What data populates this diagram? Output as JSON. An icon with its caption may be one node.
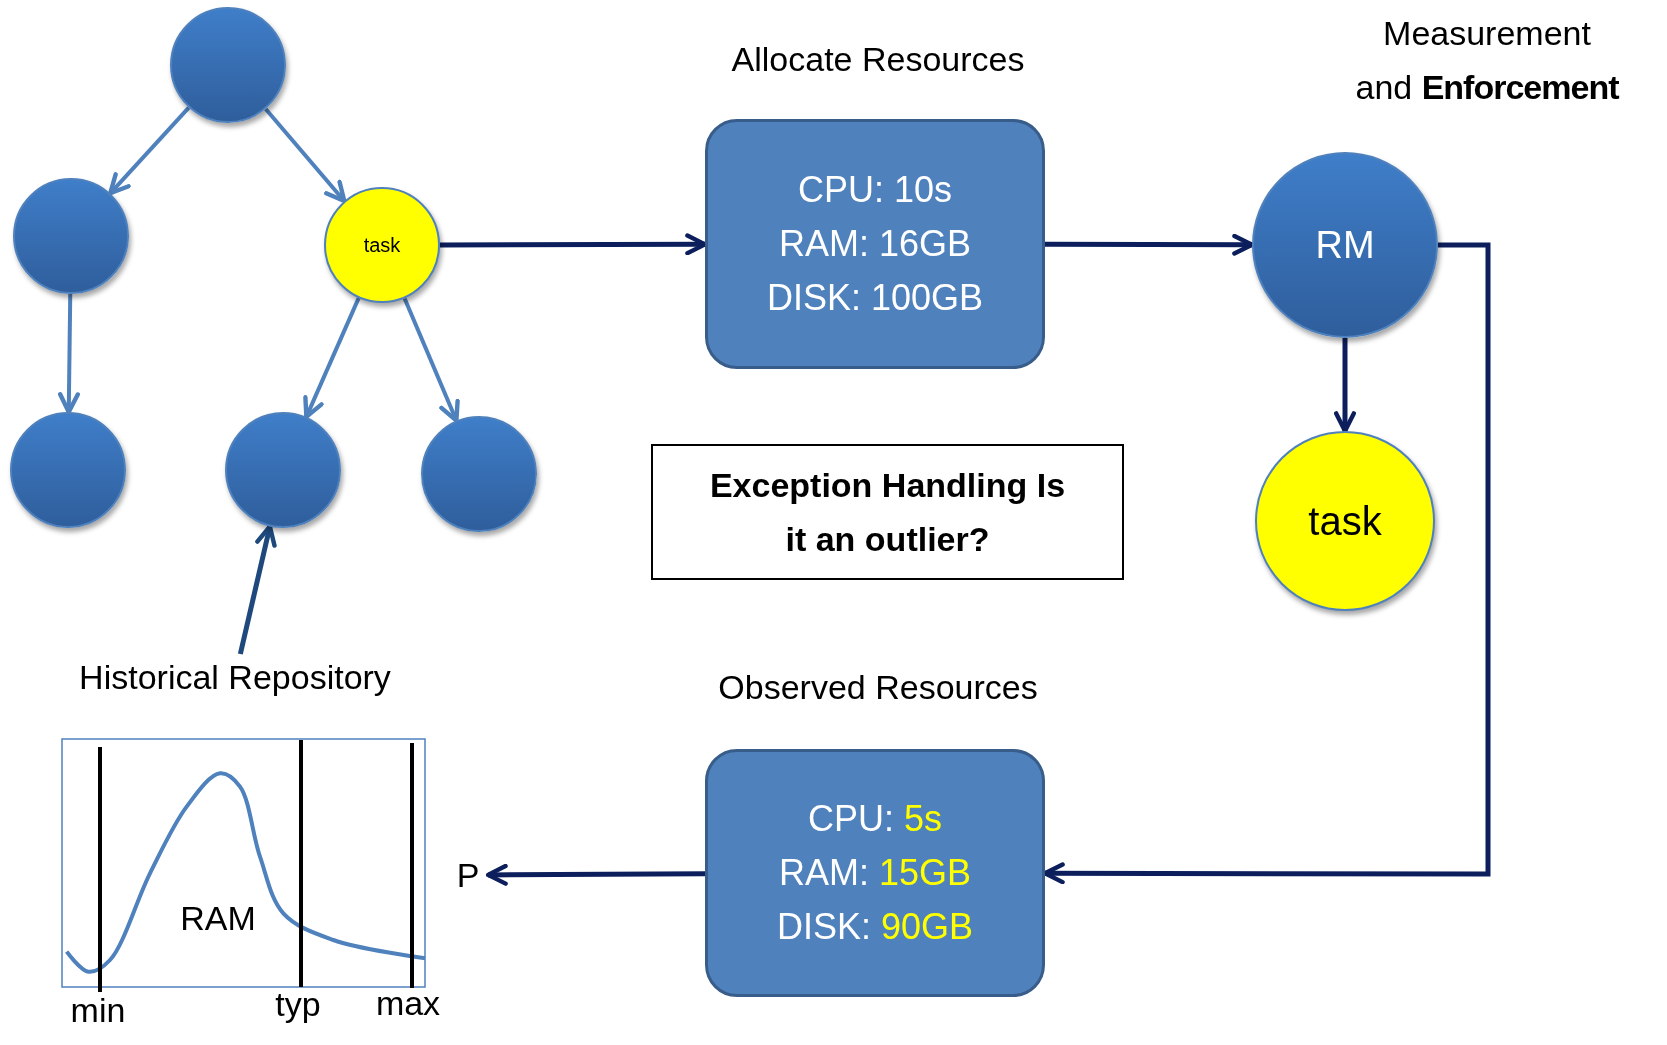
{
  "diagram": {
    "nodes": [
      {
        "text": [],
        "shape": "circle"
      },
      {
        "text": [],
        "shape": "circle"
      },
      {
        "text": [
          "task"
        ]
      },
      {
        "text": [],
        "shape": "circle"
      },
      {
        "text": [],
        "shape": "circle"
      },
      {
        "text": [],
        "shape": "circle"
      },
      {
        "text": [
          "Historical Repository"
        ]
      },
      {
        "text": [
          "Allocate Resources",
          "CPU: 10s",
          "RAM: 16GB",
          "DISK: 100GB"
        ]
      },
      {
        "text": [
          "Measurement and **Enforcement**",
          "RM"
        ]
      },
      {
        "text": [
          "task"
        ]
      },
      {
        "text": [
          "Exception Handling Is it an outlier?"
        ]
      },
      {
        "text": [
          "Observed Resources",
          "CPU:",
          "5s",
          "RAM:",
          "15GB",
          "DISK:",
          "90GB"
        ]
      },
      {
        "text": [
          "P"
        ]
      }
    ],
    "edges": [
      {
        "from": 0,
        "to": 1,
        "arrow": "to"
      },
      {
        "from": 0,
        "to": 2,
        "arrow": "to"
      },
      {
        "from": 1,
        "to": 3,
        "arrow": "to"
      },
      {
        "from": 2,
        "to": 4,
        "arrow": "to"
      },
      {
        "from": 2,
        "to": 5,
        "arrow": "to"
      },
      {
        "from": 6,
        "to": 4,
        "arrow": "to",
        "color": "#1f497d"
      },
      {
        "from": 2,
        "to": 7,
        "arrow": "to",
        "color": "#0c1f5c"
      },
      {
        "from": 7,
        "to": 8,
        "arrow": "to",
        "color": "#0c1f5c"
      },
      {
        "from": 8,
        "to": 9,
        "arrow": "to",
        "color": "#0c1f5c"
      },
      {
        "from": 8,
        "to": 11,
        "arrow": "to",
        "color": "#0c1f5c"
      },
      {
        "from": 11,
        "to": 12,
        "arrow": "to",
        "color": "#0c1f5c"
      }
    ],
    "labels": [
      "RAM",
      "min",
      "typ",
      "max"
    ]
  }
}
